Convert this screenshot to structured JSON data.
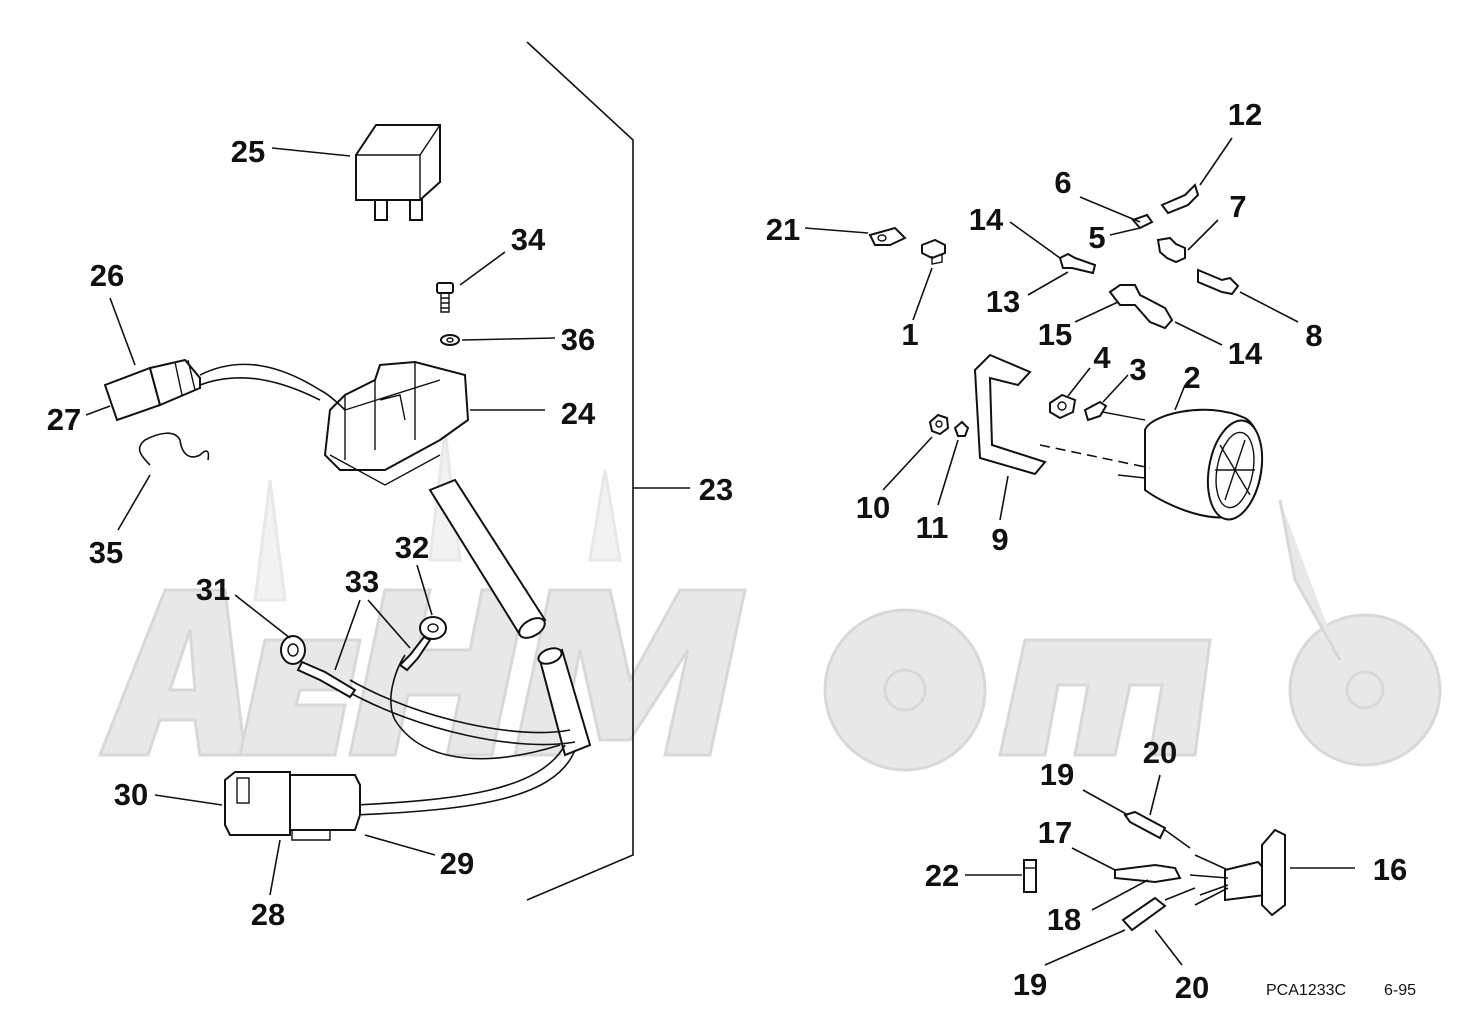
{
  "diagram": {
    "code": "PCA1233C",
    "date": "6-95",
    "callouts": {
      "c1": "1",
      "c2": "2",
      "c3": "3",
      "c4": "4",
      "c5": "5",
      "c6": "6",
      "c7": "7",
      "c8": "8",
      "c9": "9",
      "c10": "10",
      "c11": "11",
      "c12": "12",
      "c13": "13",
      "c14a": "14",
      "c14b": "14",
      "c15": "15",
      "c16": "16",
      "c17": "17",
      "c18": "18",
      "c19a": "19",
      "c19b": "19",
      "c20a": "20",
      "c20b": "20",
      "c21": "21",
      "c22": "22",
      "c23": "23",
      "c24": "24",
      "c25": "25",
      "c26": "26",
      "c27": "27",
      "c28": "28",
      "c29": "29",
      "c30": "30",
      "c31": "31",
      "c32": "32",
      "c33": "33",
      "c34": "34",
      "c35": "35",
      "c36": "36"
    }
  }
}
